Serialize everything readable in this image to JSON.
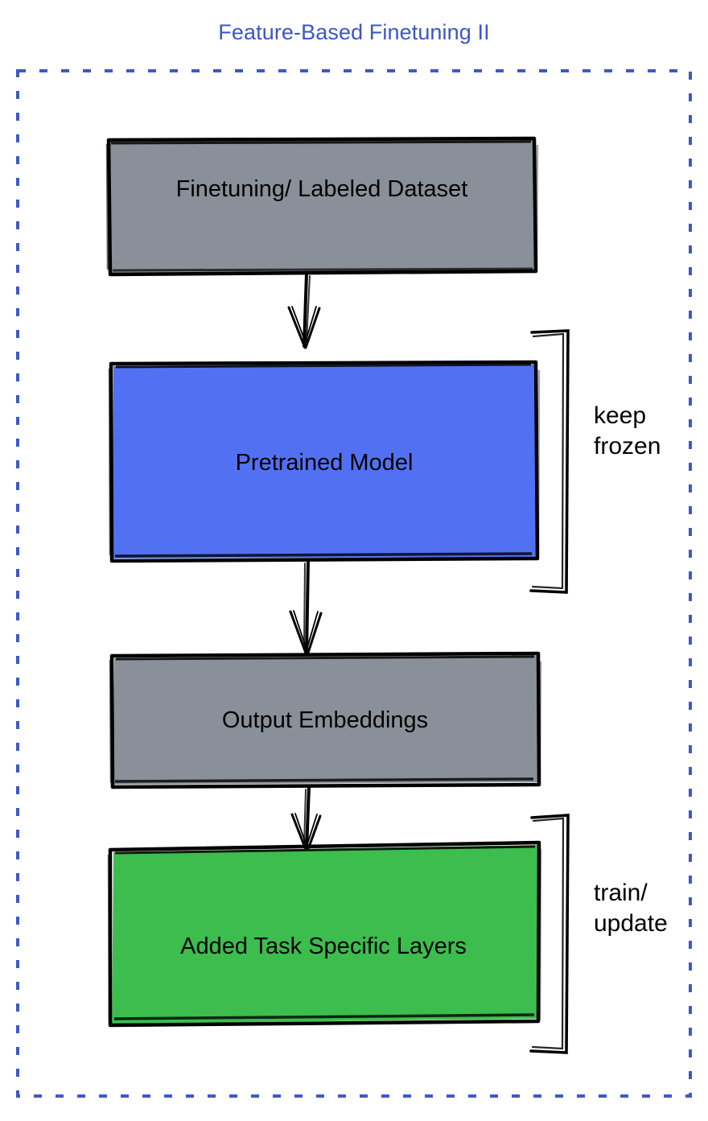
{
  "title": "Feature-Based Finetuning II",
  "theme": {
    "title_color": "#3d56c6",
    "dashed_border_color": "#3f58c8",
    "gray_fill": "#8a9099",
    "blue_fill": "#5271f2",
    "green_fill": "#3cbd4d",
    "stroke_color": "#000000",
    "background": "#ffffff"
  },
  "nodes": [
    {
      "id": "finetuning-dataset",
      "label": "Finetuning/ Labeled Dataset",
      "fill": "#8a9099"
    },
    {
      "id": "pretrained-model",
      "label": "Pretrained Model",
      "fill": "#5271f2"
    },
    {
      "id": "output-embeddings",
      "label": "Output Embeddings",
      "fill": "#8a9099"
    },
    {
      "id": "added-task-specific-layers",
      "label": "Added Task Specific Layers",
      "fill": "#3cbd4d"
    }
  ],
  "annotations": [
    {
      "id": "keep-frozen",
      "line1": "keep",
      "line2": "frozen",
      "target": "pretrained-model"
    },
    {
      "id": "train-update",
      "line1": "train/",
      "line2": "update",
      "target": "added-task-specific-layers"
    }
  ],
  "edges": [
    {
      "from": "finetuning-dataset",
      "to": "pretrained-model"
    },
    {
      "from": "pretrained-model",
      "to": "output-embeddings"
    },
    {
      "from": "output-embeddings",
      "to": "added-task-specific-layers"
    }
  ]
}
